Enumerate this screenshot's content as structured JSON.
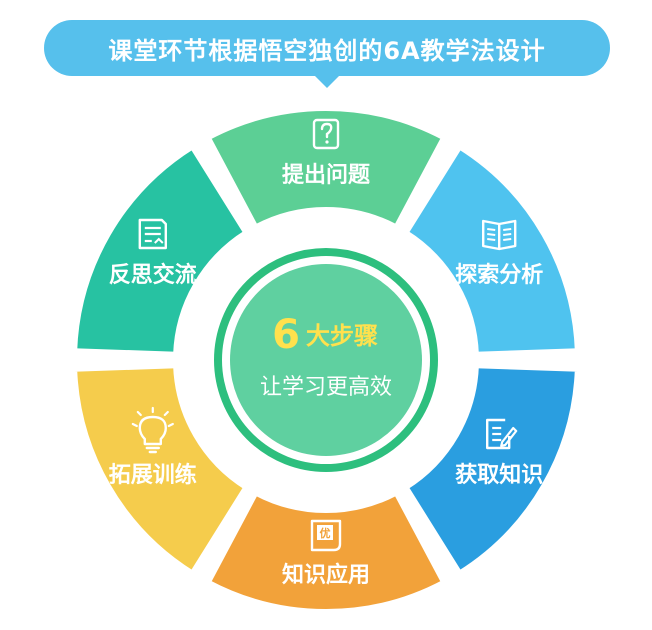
{
  "banner": {
    "title": "课堂环节根据悟空独创的6A教学法设计"
  },
  "center": {
    "number": "6",
    "headline": "大步骤",
    "subline": "让学习更高效"
  },
  "colors": {
    "banner": "#56c0ec",
    "center_fill": "#5fd0a0",
    "center_ring": "#2dbf7e",
    "accent_text": "#ffe14d"
  },
  "segments": [
    {
      "label": "提出问题",
      "icon": "question-document-icon",
      "color": "#5ccf95"
    },
    {
      "label": "探索分析",
      "icon": "open-book-icon",
      "color": "#4fc3ef"
    },
    {
      "label": "获取知识",
      "icon": "edit-document-icon",
      "color": "#2a9ee0"
    },
    {
      "label": "知识应用",
      "icon": "excellent-badge-icon",
      "color": "#f2a23a"
    },
    {
      "label": "拓展训练",
      "icon": "lightbulb-icon",
      "color": "#f5cc4c"
    },
    {
      "label": "反思交流",
      "icon": "notes-document-icon",
      "color": "#27c2a2"
    }
  ],
  "icons": {
    "badge_text": "优"
  }
}
